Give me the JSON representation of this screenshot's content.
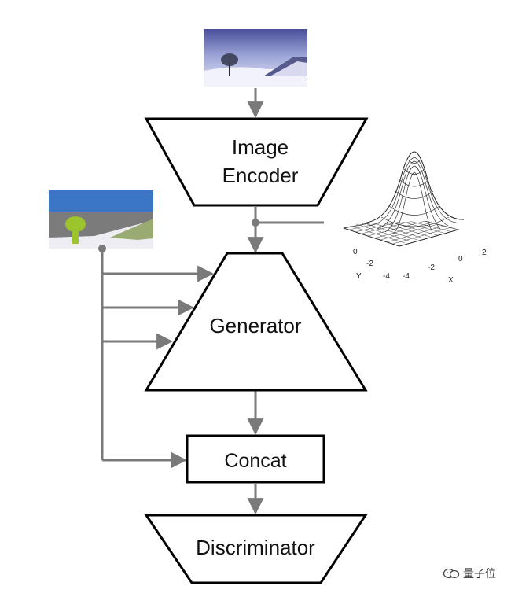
{
  "nodes": {
    "image_encoder": {
      "line1": "Image",
      "line2": "Encoder"
    },
    "generator": {
      "label": "Generator"
    },
    "concat": {
      "label": "Concat"
    },
    "discriminator": {
      "label": "Discriminator"
    }
  },
  "gaussian_plot": {
    "y_axis_label": "Y",
    "x_axis_label": "X",
    "y_ticks": [
      "0",
      "-2",
      "-4"
    ],
    "x_ticks": [
      "2",
      "0",
      "-2",
      "-4"
    ]
  },
  "watermark": {
    "text": "量子位",
    "icon": "wechat-style-logo-icon"
  },
  "colors": {
    "connector": "#7a7a7a",
    "shape_stroke": "#000000",
    "sky": "#3a76c4",
    "mountain": "#7b7b7b",
    "tree": "#9cc42d",
    "hill": "#9aaa73"
  }
}
